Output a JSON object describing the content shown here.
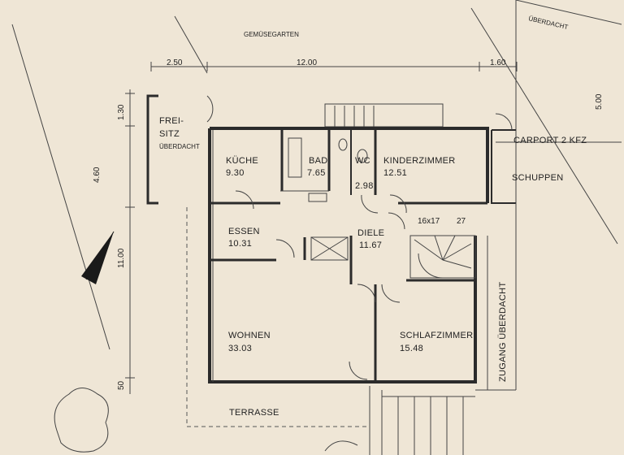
{
  "site": {
    "garden": "GEMÜSEGARTEN",
    "carport_roof": "ÜBERDACHT",
    "terrace": "TERRASSE",
    "access": "ZUGANG ÜBERDACHT"
  },
  "dimensions": {
    "top_left": "2.50",
    "top_main": "12.00",
    "top_right": "1.60",
    "left_upper": "1.30",
    "left_mid": "4.60",
    "left_total": "11.00",
    "left_bottom": "50",
    "carport_depth": "5.00",
    "stair": "16x17",
    "stair_steps": "27"
  },
  "rooms": {
    "freisitz_1": "FREI-",
    "freisitz_2": "SITZ",
    "freisitz_roof": "ÜBERDACHT",
    "kueche": "KÜCHE",
    "kueche_area": "9.30",
    "bad": "BAD",
    "bad_area": "7.65",
    "wc": "WC",
    "wc_area": "2.98",
    "kinderzimmer": "KINDERZIMMER",
    "kinderzimmer_area": "12.51",
    "carport": "CARPORT 2 KFZ",
    "schuppen": "SCHUPPEN",
    "essen": "ESSEN",
    "essen_area": "10.31",
    "diele": "DIELE",
    "diele_area": "11.67",
    "wohnen": "WOHNEN",
    "wohnen_area": "33.03",
    "schlafzimmer": "SCHLAFZIMMER",
    "schlafzimmer_area": "15.48"
  },
  "colors": {
    "paper": "#efe6d6",
    "ink": "#2b2b2b"
  }
}
